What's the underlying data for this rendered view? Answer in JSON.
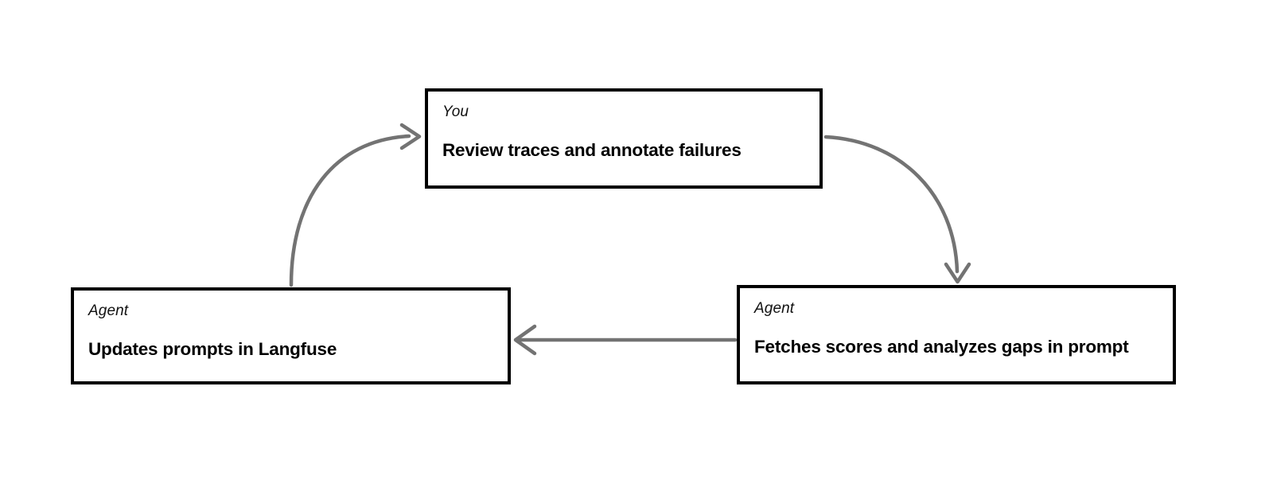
{
  "diagram": {
    "type": "cycle-flowchart",
    "background_color": "#ffffff",
    "node_border_color": "#000000",
    "arrow_color": "#737373",
    "nodes": [
      {
        "id": "you-review",
        "role": "You",
        "title": "Review traces and annotate failures",
        "position": "top-center"
      },
      {
        "id": "agent-fetch",
        "role": "Agent",
        "title": "Fetches scores and analyzes gaps in prompt",
        "position": "bottom-right"
      },
      {
        "id": "agent-update",
        "role": "Agent",
        "title": "Updates prompts in Langfuse",
        "position": "bottom-left"
      }
    ],
    "edges": [
      {
        "id": "edge-you-to-fetch",
        "from": "you-review",
        "to": "agent-fetch",
        "style": "curved",
        "arrowhead": "down"
      },
      {
        "id": "edge-fetch-to-update",
        "from": "agent-fetch",
        "to": "agent-update",
        "style": "straight",
        "arrowhead": "left"
      },
      {
        "id": "edge-update-to-you",
        "from": "agent-update",
        "to": "you-review",
        "style": "curved",
        "arrowhead": "right"
      }
    ]
  }
}
